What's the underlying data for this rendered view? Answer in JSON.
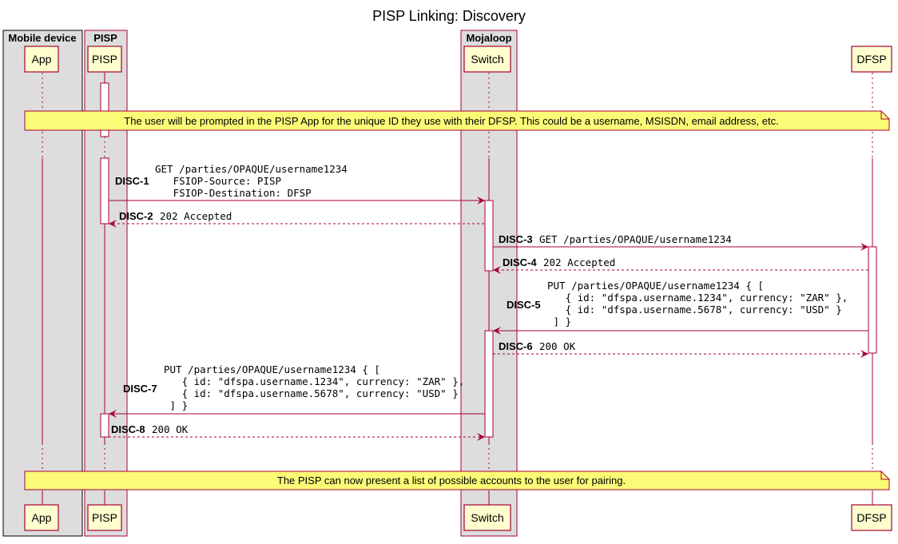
{
  "title": "PISP Linking: Discovery",
  "colors": {
    "group_fill": "#DDDDDD",
    "border": "#A80036",
    "participant_fill": "#FEFECE",
    "note_fill": "#FBFB77",
    "arrow": "#A80036",
    "lifeline": "#A80036"
  },
  "groups": [
    {
      "label": "Mobile device"
    },
    {
      "label": "PISP"
    },
    {
      "label": "Mojaloop"
    }
  ],
  "participants": [
    "App",
    "PISP",
    "Switch",
    "DFSP"
  ],
  "notes": [
    "The user will be prompted in the PISP App for the unique ID they use with their DFSP. This could be a username, MSISDN, email address, etc.",
    "The PISP can now present a list of possible accounts to the user for pairing."
  ],
  "messages": [
    {
      "step": "DISC-1",
      "lines": [
        "GET /parties/OPAQUE/username1234",
        "   FSIOP-Source: PISP",
        "   FSIOP-Destination: DFSP"
      ]
    },
    {
      "step": "DISC-2",
      "lines": [
        "202 Accepted"
      ]
    },
    {
      "step": "DISC-3",
      "lines": [
        "GET /parties/OPAQUE/username1234"
      ]
    },
    {
      "step": "DISC-4",
      "lines": [
        "202 Accepted"
      ]
    },
    {
      "step": "DISC-5",
      "lines": [
        "PUT /parties/OPAQUE/username1234 { [",
        "   { id: \"dfspa.username.1234\", currency: \"ZAR\" },",
        "   { id: \"dfspa.username.5678\", currency: \"USD\" }",
        " ] }"
      ]
    },
    {
      "step": "DISC-6",
      "lines": [
        "200 OK"
      ]
    },
    {
      "step": "DISC-7",
      "lines": [
        "PUT /parties/OPAQUE/username1234 { [",
        "   { id: \"dfspa.username.1234\", currency: \"ZAR\" },",
        "   { id: \"dfspa.username.5678\", currency: \"USD\" }",
        " ] }"
      ]
    },
    {
      "step": "DISC-8",
      "lines": [
        "200 OK"
      ]
    }
  ]
}
